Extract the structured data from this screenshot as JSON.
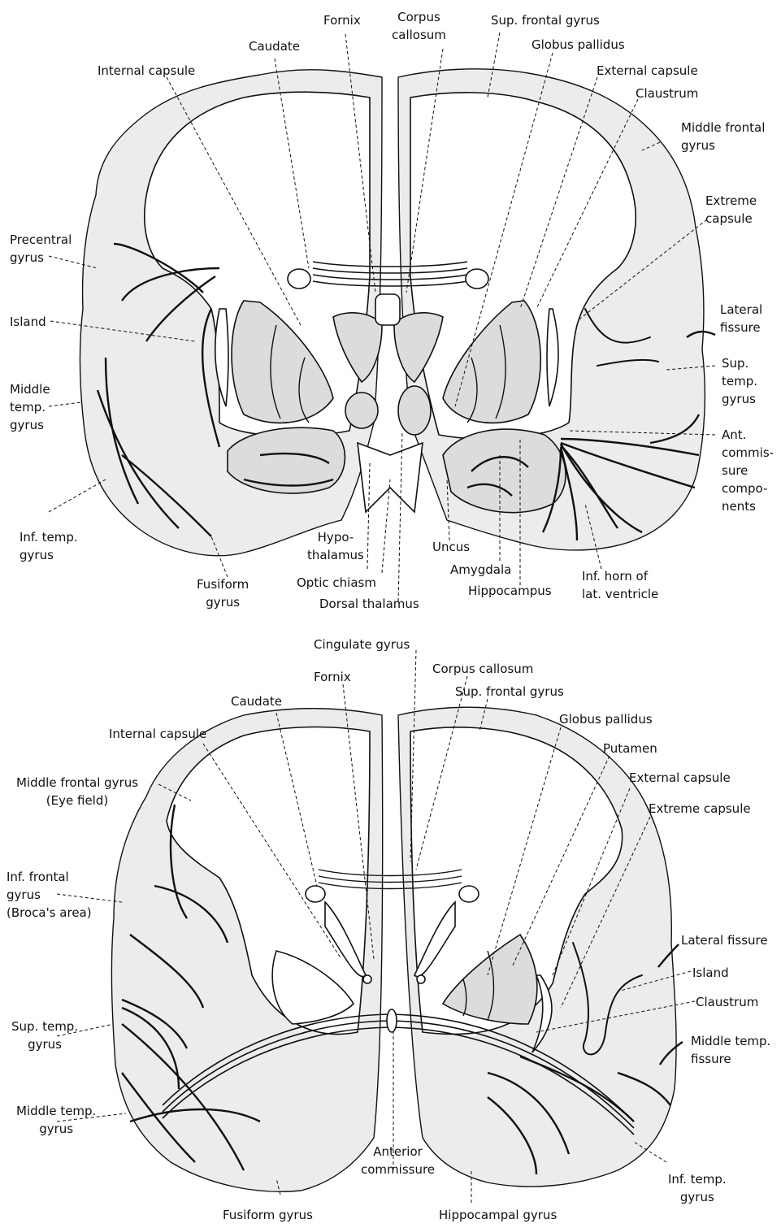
{
  "top_section": {
    "labels": {
      "fornix": "Fornix",
      "corpus_callosum": [
        "Corpus",
        "callosum"
      ],
      "sup_frontal_gyrus": "Sup. frontal gyrus",
      "caudate": "Caudate",
      "globus_pallidus": "Globus pallidus",
      "internal_capsule": "Internal capsule",
      "external_capsule": "External capsule",
      "claustrum": "Claustrum",
      "middle_frontal_gyrus": [
        "Middle frontal",
        "gyrus"
      ],
      "extreme_capsule": [
        "Extreme",
        "capsule"
      ],
      "precentral_gyrus": [
        "Precentral",
        "gyrus"
      ],
      "lateral_fissure": [
        "Lateral",
        "fissure"
      ],
      "island": "Island",
      "sup_temp_gyrus": [
        "Sup.",
        "temp.",
        "gyrus"
      ],
      "middle_temp_gyrus": [
        "Middle",
        "temp.",
        "gyrus"
      ],
      "ant_commissure_components": [
        "Ant.",
        "commis-",
        "sure",
        "compo-",
        "nents"
      ],
      "inf_temp_gyrus": [
        "Inf. temp.",
        "gyrus"
      ],
      "hypothalamus": [
        "Hypo-",
        "thalamus"
      ],
      "uncus": "Uncus",
      "amygdala": "Amygdala",
      "hippocampus": "Hippocampus",
      "inf_horn": [
        "Inf. horn of",
        "lat. ventricle"
      ],
      "fusiform_gyrus": [
        "Fusiform",
        "gyrus"
      ],
      "optic_chiasm": "Optic chiasm",
      "dorsal_thalamus": "Dorsal thalamus"
    }
  },
  "bottom_section": {
    "labels": {
      "cingulate_gyrus": "Cingulate gyrus",
      "fornix": "Fornix",
      "corpus_callosum": "Corpus callosum",
      "caudate": "Caudate",
      "sup_frontal_gyrus": "Sup. frontal gyrus",
      "globus_pallidus": "Globus pallidus",
      "internal_capsule": "Internal capsule",
      "putamen": "Putamen",
      "middle_frontal_gyrus": [
        "Middle frontal gyrus",
        "(Eye field)"
      ],
      "external_capsule": "External capsule",
      "extreme_capsule": "Extreme capsule",
      "inf_frontal_gyrus": [
        "Inf. frontal",
        "gyrus",
        "(Broca's area)"
      ],
      "lateral_fissure": "Lateral fissure",
      "island": "Island",
      "claustrum": "Claustrum",
      "sup_temp_gyrus": [
        "Sup. temp.",
        "gyrus"
      ],
      "middle_temp_fissure": [
        "Middle temp.",
        "fissure"
      ],
      "middle_temp_gyrus": [
        "Middle temp.",
        "gyrus"
      ],
      "anterior_commissure": [
        "Anterior",
        "commissure"
      ],
      "inf_temp_gyrus": [
        "Inf. temp.",
        "gyrus"
      ],
      "fusiform_gyrus": "Fusiform gyrus",
      "hippocampal_gyrus": "Hippocampal gyrus"
    }
  }
}
